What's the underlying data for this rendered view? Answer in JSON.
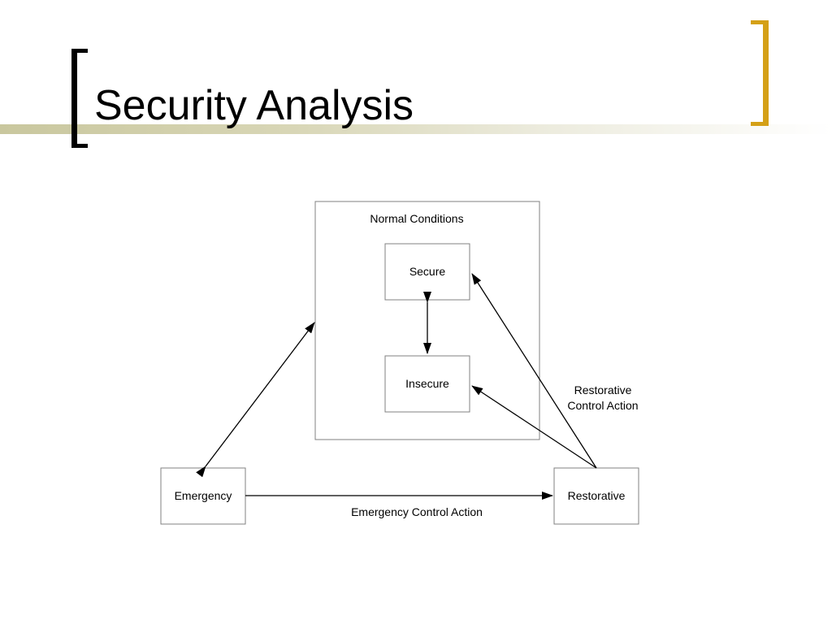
{
  "title": "Security Analysis",
  "diagram": {
    "container_label": "Normal Conditions",
    "nodes": {
      "secure": "Secure",
      "insecure": "Insecure",
      "emergency": "Emergency",
      "restorative": "Restorative"
    },
    "edge_labels": {
      "emergency_control_action": "Emergency Control Action",
      "restorative_line1": "Restorative",
      "restorative_line2": "Control Action"
    }
  },
  "colors": {
    "title_bar_start": "#c9c79e",
    "left_bracket": "#000000",
    "right_bracket": "#d4a017"
  }
}
